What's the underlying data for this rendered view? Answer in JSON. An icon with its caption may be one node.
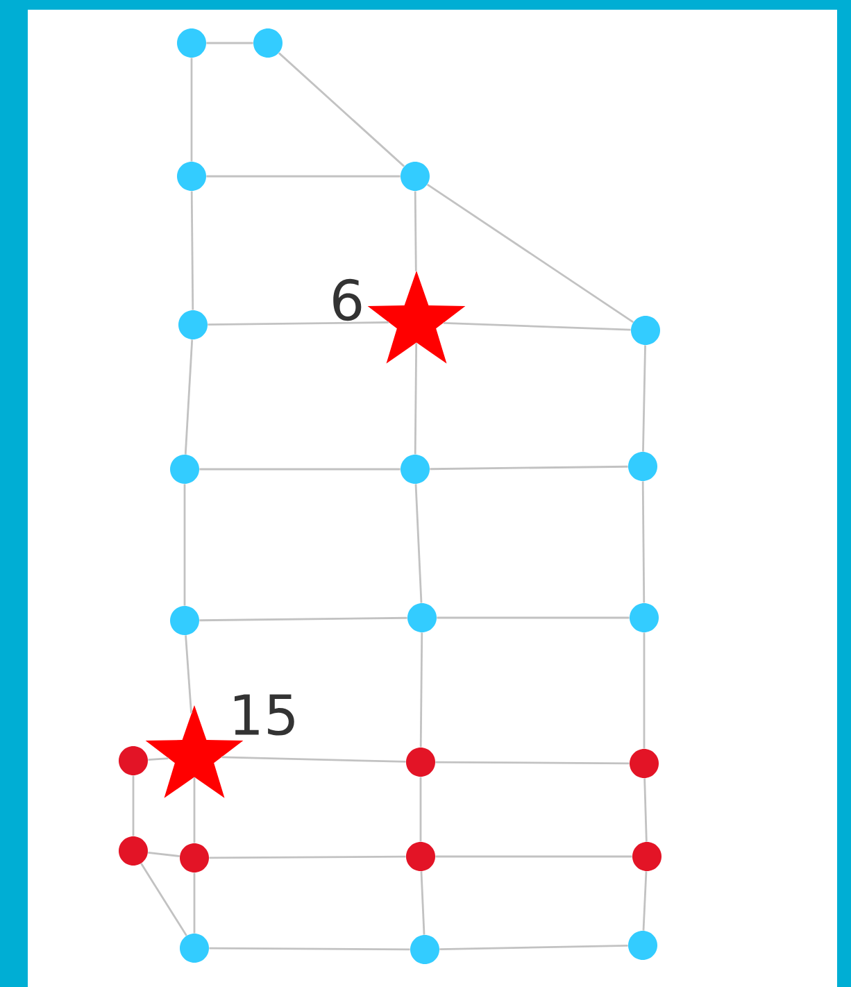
{
  "diagram": {
    "nodes": [
      {
        "text": [],
        "shape": "circle"
      },
      {
        "text": [],
        "shape": "circle"
      },
      {
        "text": [],
        "shape": "circle"
      },
      {
        "text": [],
        "shape": "circle"
      },
      {
        "text": [],
        "shape": "circle"
      },
      {
        "text": [],
        "shape": "star",
        "beside": [
          "6"
        ]
      },
      {
        "text": [],
        "shape": "circle"
      },
      {
        "text": [],
        "shape": "circle"
      },
      {
        "text": [],
        "shape": "circle"
      },
      {
        "text": [],
        "shape": "circle"
      },
      {
        "text": [],
        "shape": "circle"
      },
      {
        "text": [],
        "shape": "circle"
      },
      {
        "text": [],
        "shape": "circle"
      },
      {
        "text": [],
        "shape": "circle"
      },
      {
        "text": [],
        "shape": "star",
        "beside": [
          "15"
        ]
      },
      {
        "text": [],
        "shape": "circle"
      },
      {
        "text": [],
        "shape": "circle"
      },
      {
        "text": [],
        "shape": "circle"
      },
      {
        "text": [],
        "shape": "circle"
      },
      {
        "text": [],
        "shape": "circle"
      },
      {
        "text": [],
        "shape": "circle"
      },
      {
        "text": [],
        "shape": "circle"
      },
      {
        "text": [],
        "shape": "circle"
      },
      {
        "text": [],
        "shape": "circle"
      }
    ],
    "edges": [
      {
        "from": 0,
        "to": 1,
        "arrow": "none"
      },
      {
        "from": 0,
        "to": 2,
        "arrow": "none"
      },
      {
        "from": 1,
        "to": 3,
        "arrow": "none"
      },
      {
        "from": 2,
        "to": 3,
        "arrow": "none"
      },
      {
        "from": 3,
        "to": 6,
        "arrow": "none"
      },
      {
        "from": 2,
        "to": 4,
        "arrow": "none"
      },
      {
        "from": 3,
        "to": 5,
        "arrow": "none"
      },
      {
        "from": 4,
        "to": 5,
        "arrow": "none"
      },
      {
        "from": 5,
        "to": 6,
        "arrow": "none"
      },
      {
        "from": 4,
        "to": 7,
        "arrow": "none"
      },
      {
        "from": 5,
        "to": 8,
        "arrow": "none"
      },
      {
        "from": 6,
        "to": 9,
        "arrow": "none"
      },
      {
        "from": 7,
        "to": 8,
        "arrow": "none"
      },
      {
        "from": 8,
        "to": 9,
        "arrow": "none"
      },
      {
        "from": 7,
        "to": 10,
        "arrow": "none"
      },
      {
        "from": 8,
        "to": 11,
        "arrow": "none"
      },
      {
        "from": 9,
        "to": 12,
        "arrow": "none"
      },
      {
        "from": 10,
        "to": 11,
        "arrow": "none"
      },
      {
        "from": 11,
        "to": 12,
        "arrow": "none"
      },
      {
        "from": 10,
        "to": 14,
        "arrow": "none"
      },
      {
        "from": 11,
        "to": 15,
        "arrow": "none"
      },
      {
        "from": 12,
        "to": 16,
        "arrow": "none"
      },
      {
        "from": 13,
        "to": 14,
        "arrow": "none"
      },
      {
        "from": 14,
        "to": 15,
        "arrow": "none"
      },
      {
        "from": 15,
        "to": 16,
        "arrow": "none"
      },
      {
        "from": 13,
        "to": 17,
        "arrow": "none"
      },
      {
        "from": 14,
        "to": 18,
        "arrow": "none"
      },
      {
        "from": 15,
        "to": 19,
        "arrow": "none"
      },
      {
        "from": 16,
        "to": 20,
        "arrow": "none"
      },
      {
        "from": 17,
        "to": 18,
        "arrow": "none"
      },
      {
        "from": 18,
        "to": 19,
        "arrow": "none"
      },
      {
        "from": 19,
        "to": 20,
        "arrow": "none"
      },
      {
        "from": 17,
        "to": 21,
        "arrow": "none"
      },
      {
        "from": 18,
        "to": 21,
        "arrow": "none"
      },
      {
        "from": 19,
        "to": 22,
        "arrow": "none"
      },
      {
        "from": 20,
        "to": 23,
        "arrow": "none"
      },
      {
        "from": 21,
        "to": 22,
        "arrow": "none"
      },
      {
        "from": 22,
        "to": 23,
        "arrow": "none"
      }
    ]
  }
}
